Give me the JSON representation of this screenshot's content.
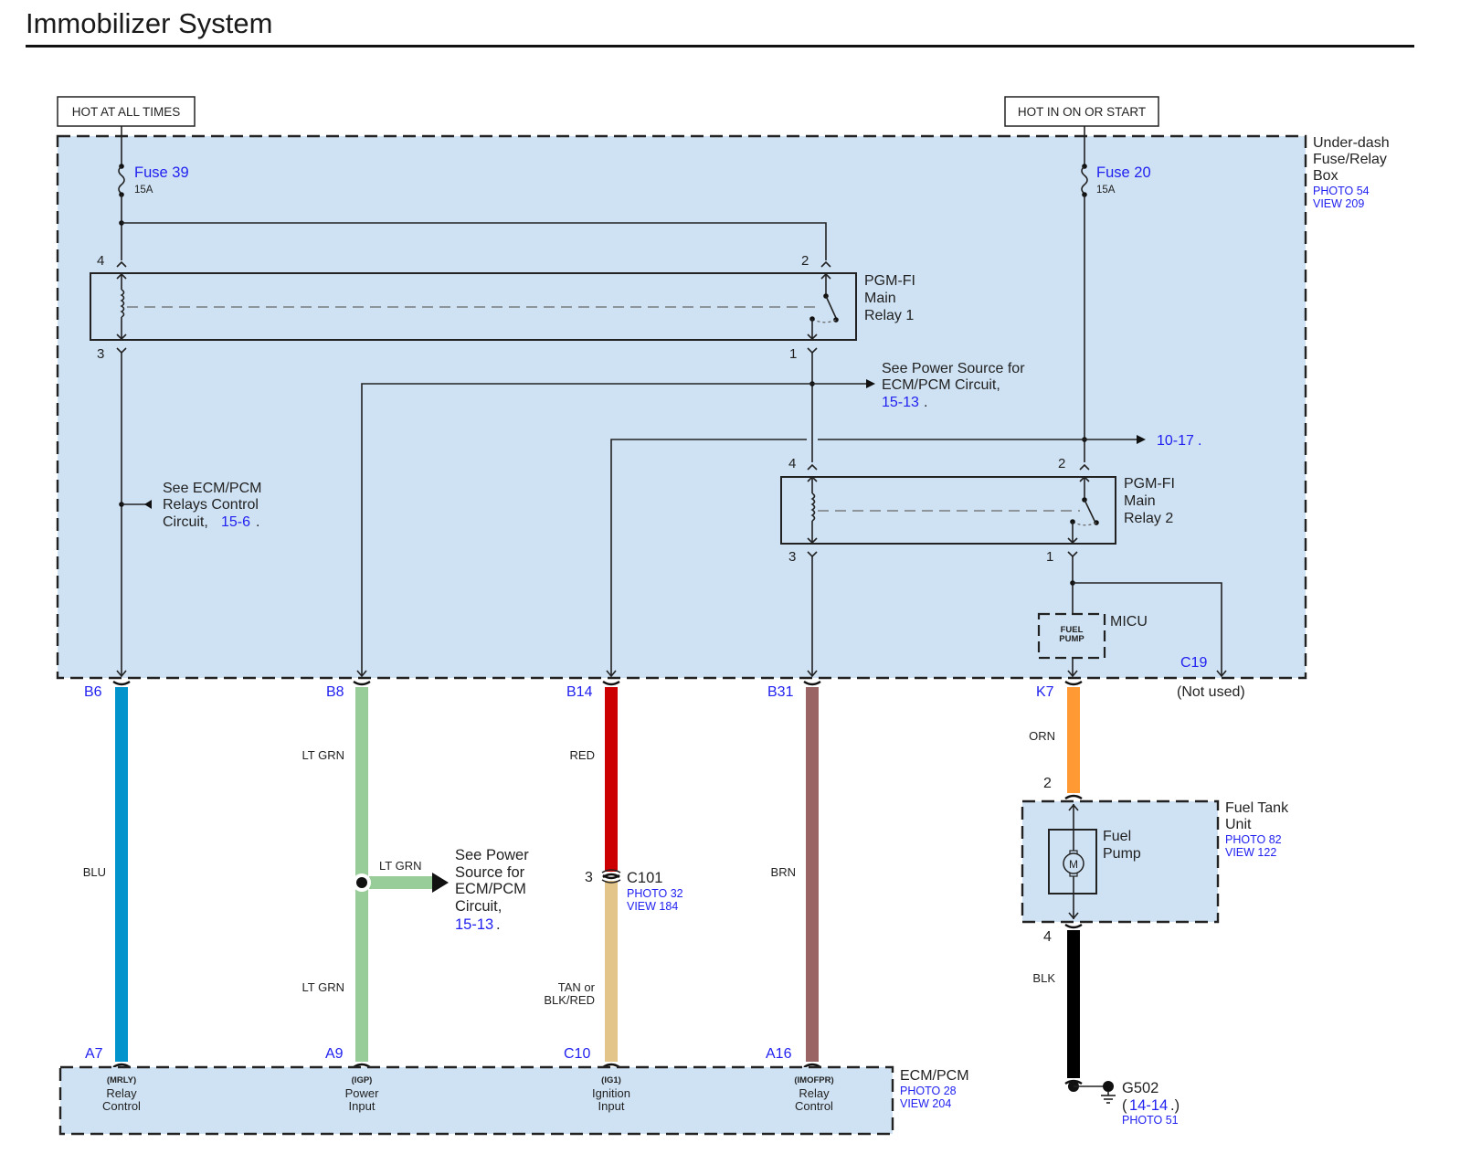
{
  "page": {
    "title": "Immobilizer System"
  },
  "colors": {
    "component_fill": "#cfe2f3",
    "link_blue": "#2121f0",
    "wire_blu": "#0093cc",
    "wire_lt_grn": "#98cc98",
    "wire_red": "#cc0000",
    "wire_tan": "#e3c58a",
    "wire_brn": "#9a6464",
    "wire_orn": "#ff9933",
    "wire_blk": "#000000"
  },
  "power_sources": {
    "left": "HOT AT ALL TIMES",
    "right": "HOT IN ON OR START"
  },
  "fuse_box": {
    "name_line1": "Under-dash",
    "name_line2": "Fuse/Relay",
    "name_line3": "Box",
    "photo": "PHOTO 54",
    "view": "VIEW 209",
    "fuses": [
      {
        "name": "Fuse 39",
        "rating": "15A"
      },
      {
        "name": "Fuse 20",
        "rating": "15A"
      }
    ],
    "relay1": {
      "line1": "PGM-FI",
      "line2": "Main",
      "line3": "Relay 1",
      "pins": {
        "coil_in": "4",
        "coil_out": "3",
        "switch_in": "2",
        "switch_out": "1"
      }
    },
    "relay2": {
      "line1": "PGM-FI",
      "line2": "Main",
      "line3": "Relay 2",
      "pins": {
        "coil_in": "4",
        "coil_out": "3",
        "switch_in": "2",
        "switch_out": "1"
      }
    },
    "notes": {
      "relays_control": {
        "line1": "See ECM/PCM",
        "line2": "Relays Control",
        "line3": "Circuit,",
        "ref": "15-6"
      },
      "power_source": {
        "line1": "See Power Source for",
        "line2": "ECM/PCM Circuit,",
        "ref": "15-13"
      },
      "ref_10_17": "10-17"
    },
    "micu": {
      "name": "MICU",
      "inner_line1": "FUEL",
      "inner_line2": "PUMP",
      "unused_terminal": "C19",
      "unused_note": "(Not used)"
    }
  },
  "terminals_top": [
    "B6",
    "B8",
    "B14",
    "B31",
    "K7"
  ],
  "terminals_bottom": [
    "A7",
    "A9",
    "C10",
    "A16"
  ],
  "wires": [
    {
      "id": "blu",
      "labels": [
        "BLU"
      ]
    },
    {
      "id": "lt_grn",
      "labels": [
        "LT GRN",
        "LT GRN"
      ],
      "branch_label": "LT GRN"
    },
    {
      "id": "red_tan",
      "labels": [
        "RED"
      ],
      "lower_label_line1": "TAN or",
      "lower_label_line2": "BLK/RED"
    },
    {
      "id": "brn",
      "labels": [
        "BRN"
      ]
    },
    {
      "id": "orn",
      "labels": [
        "ORN"
      ]
    },
    {
      "id": "blk",
      "labels": [
        "BLK"
      ]
    }
  ],
  "splice_note": {
    "line1": "See Power",
    "line2": "Source for",
    "line3": "ECM/PCM",
    "line4": "Circuit,",
    "ref": "15-13"
  },
  "connector_c101": {
    "pin": "3",
    "name": "C101",
    "photo": "PHOTO 32",
    "view": "VIEW 184"
  },
  "fuel_tank_unit": {
    "name_line1": "Fuel Tank",
    "name_line2": "Unit",
    "photo": "PHOTO 82",
    "view": "VIEW 122",
    "pump_line1": "Fuel",
    "pump_line2": "Pump",
    "motor_symbol": "M",
    "pin_top": "2",
    "pin_bottom": "4"
  },
  "ground": {
    "name": "G502",
    "ref": "14-14",
    "photo": "PHOTO 51"
  },
  "ecm": {
    "name": "ECM/PCM",
    "photo": "PHOTO 28",
    "view": "VIEW 204",
    "pins": [
      {
        "code": "(MRLY)",
        "line1": "Relay",
        "line2": "Control"
      },
      {
        "code": "(IGP)",
        "line1": "Power",
        "line2": "Input"
      },
      {
        "code": "(IG1)",
        "line1": "Ignition",
        "line2": "Input"
      },
      {
        "code": "(IMOFPR)",
        "line1": "Relay",
        "line2": "Control"
      }
    ]
  }
}
